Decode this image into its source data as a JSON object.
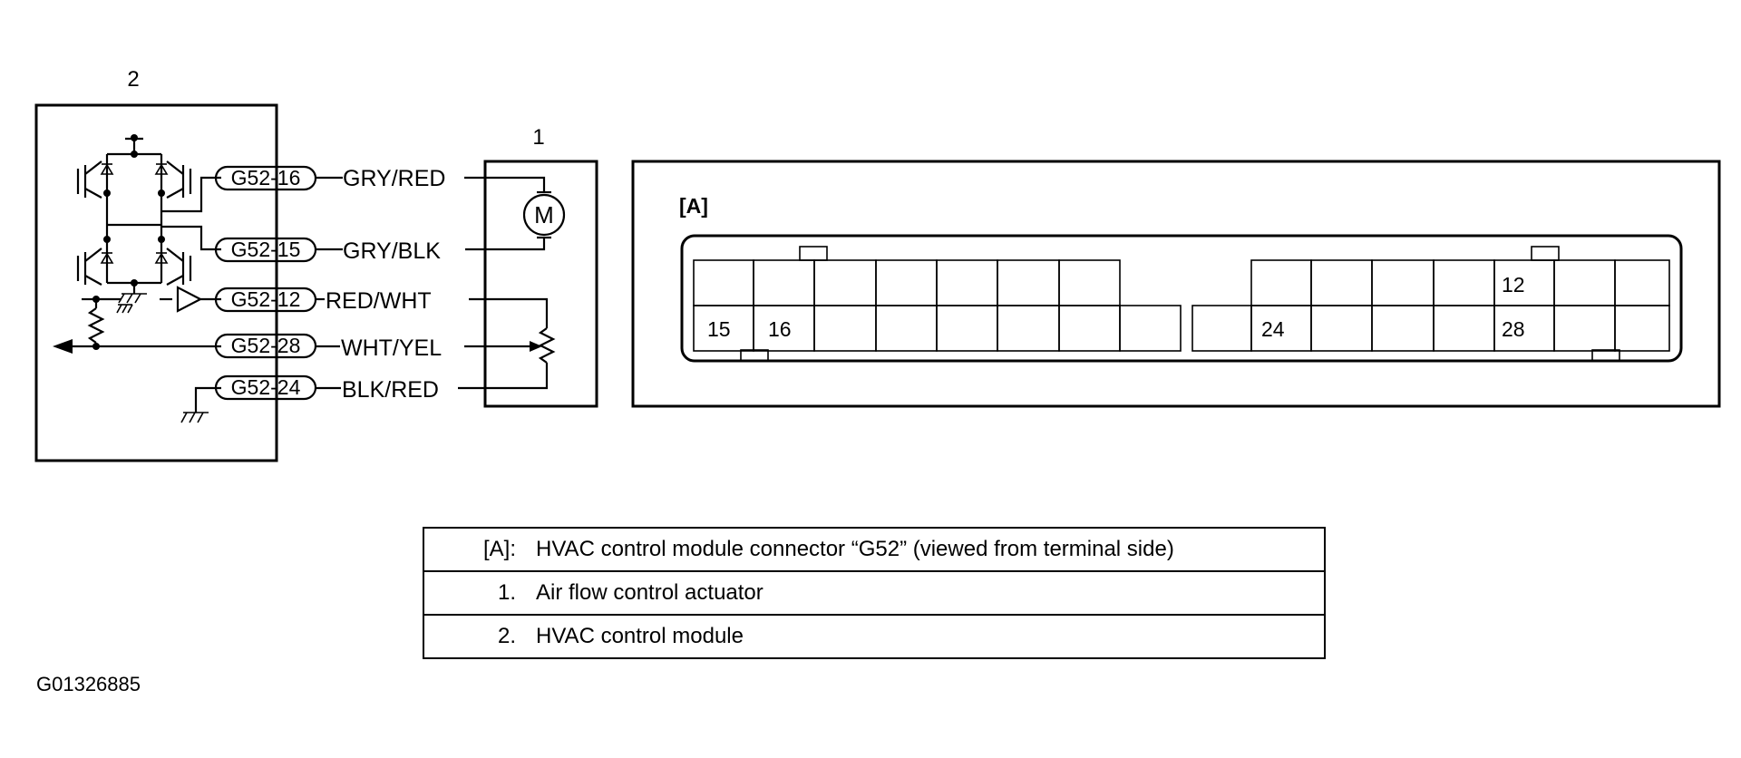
{
  "figure_id": "G01326885",
  "schematic": {
    "module_callout": "2",
    "actuator_callout": "1",
    "motor_symbol": "M",
    "pins": [
      {
        "id": "G52-16",
        "wire": "GRY/RED"
      },
      {
        "id": "G52-15",
        "wire": "GRY/BLK"
      },
      {
        "id": "G52-12",
        "wire": "RED/WHT"
      },
      {
        "id": "G52-28",
        "wire": "WHT/YEL"
      },
      {
        "id": "G52-24",
        "wire": "BLK/RED"
      }
    ]
  },
  "connector": {
    "label": "[A]",
    "terminal_numbers": [
      "12",
      "15",
      "16",
      "24",
      "28"
    ]
  },
  "legend": [
    {
      "key": "[A]:",
      "text": "HVAC control module connector “G52” (viewed from terminal side)"
    },
    {
      "key": "1.",
      "text": "Air flow control actuator"
    },
    {
      "key": "2.",
      "text": "HVAC control module"
    }
  ]
}
